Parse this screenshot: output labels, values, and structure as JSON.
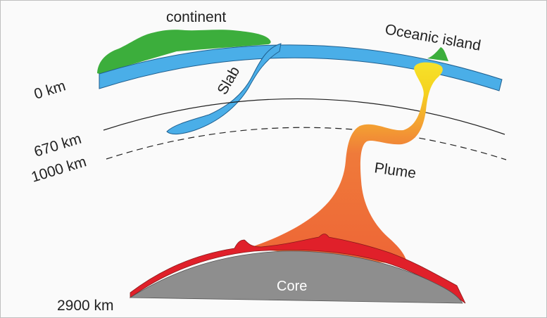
{
  "labels": {
    "continent": "continent",
    "oceanic_island": "Oceanic island",
    "slab": "Slab",
    "plume": "Plume",
    "core": "Core",
    "depth_0": "0 km",
    "depth_670": "670 km",
    "depth_1000": "1000 km",
    "depth_2900": "2900 km"
  },
  "colors": {
    "continent": "#3cae3c",
    "lithosphere": "#4aaee8",
    "plume": "#ef6a3a",
    "plume_head": "#f2d21a",
    "hot_layer": "#e0202a",
    "core": "#8e8e8e"
  }
}
